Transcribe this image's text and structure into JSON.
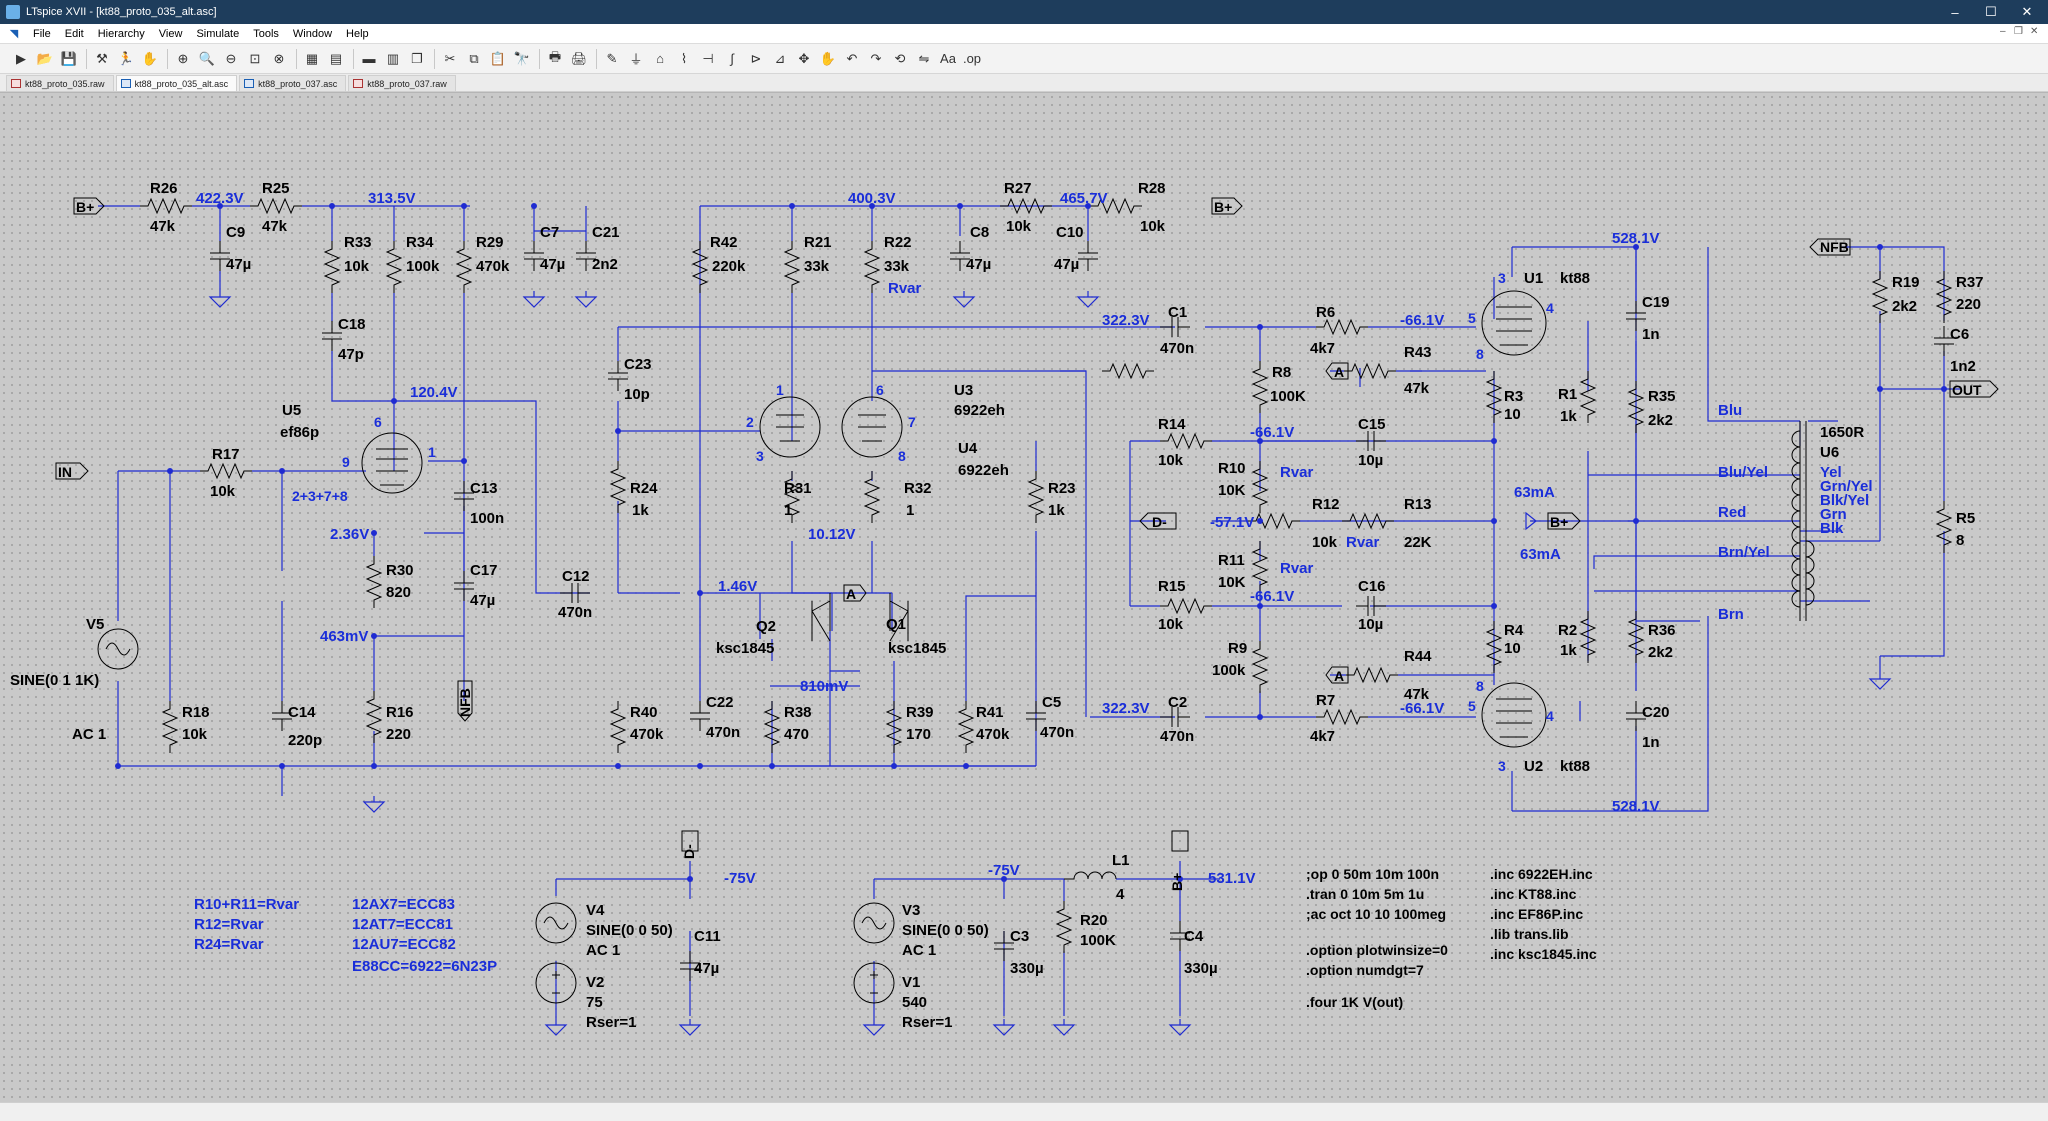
{
  "window": {
    "title": "LTspice XVII - [kt88_proto_035_alt.asc]",
    "controls": [
      "–",
      "☐",
      "✕"
    ]
  },
  "menu": [
    "File",
    "Edit",
    "Hierarchy",
    "View",
    "Simulate",
    "Tools",
    "Window",
    "Help"
  ],
  "mdi_controls": [
    "–",
    "❐",
    "✕"
  ],
  "toolbar_icons": [
    "new-schematic",
    "open",
    "save",
    "control-panel",
    "run",
    "halt",
    "zoom-in",
    "pan",
    "zoom-out",
    "zoom-fit",
    "cancel-zoom",
    "autorange",
    "view-netlist",
    "tile",
    "cascade",
    "cut",
    "copy",
    "paste",
    "find",
    "print",
    "print-preview",
    "wire",
    "ground",
    "label-net",
    "resistor",
    "capacitor",
    "inductor",
    "diode",
    "component",
    "move",
    "drag",
    "undo",
    "redo",
    "rotate",
    "mirror",
    "text",
    "spice-directive"
  ],
  "tabs": [
    {
      "label": "kt88_proto_035.raw",
      "kind": "raw"
    },
    {
      "label": "kt88_proto_035_alt.asc",
      "kind": "asc",
      "active": true
    },
    {
      "label": "kt88_proto_037.asc",
      "kind": "asc"
    },
    {
      "label": "kt88_proto_037.raw",
      "kind": "raw"
    }
  ],
  "schematic": {
    "components": [
      {
        "ref": "R26",
        "value": "47k"
      },
      {
        "ref": "R25",
        "value": "47k"
      },
      {
        "ref": "C9",
        "value": "47µ"
      },
      {
        "ref": "R33",
        "value": "10k"
      },
      {
        "ref": "R34",
        "value": "100k"
      },
      {
        "ref": "R29",
        "value": "470k"
      },
      {
        "ref": "C7",
        "value": "47µ"
      },
      {
        "ref": "C21",
        "value": "2n2"
      },
      {
        "ref": "C18",
        "value": "47p"
      },
      {
        "ref": "U5",
        "value": "ef86p"
      },
      {
        "ref": "R17",
        "value": "10k"
      },
      {
        "ref": "C13",
        "value": "100n"
      },
      {
        "ref": "C17",
        "value": "47µ"
      },
      {
        "ref": "R30",
        "value": "820"
      },
      {
        "ref": "R16",
        "value": "220"
      },
      {
        "ref": "R18",
        "value": "10k"
      },
      {
        "ref": "C14",
        "value": "220p"
      },
      {
        "ref": "V5",
        "value": "SINE(0 1 1K)",
        "extra": "AC 1"
      },
      {
        "ref": "C12",
        "value": "470n"
      },
      {
        "ref": "R42",
        "value": "220k"
      },
      {
        "ref": "R21",
        "value": "33k"
      },
      {
        "ref": "R22",
        "value": "33k",
        "extra": "Rvar"
      },
      {
        "ref": "C23",
        "value": "10p"
      },
      {
        "ref": "R24",
        "value": "1k"
      },
      {
        "ref": "U3",
        "value": "6922eh"
      },
      {
        "ref": "U4",
        "value": "6922eh"
      },
      {
        "ref": "R31",
        "value": "1"
      },
      {
        "ref": "R32",
        "value": "1"
      },
      {
        "ref": "R23",
        "value": "1k"
      },
      {
        "ref": "Q2",
        "value": "ksc1845"
      },
      {
        "ref": "Q1",
        "value": "ksc1845"
      },
      {
        "ref": "R40",
        "value": "470k"
      },
      {
        "ref": "C22",
        "value": "470n"
      },
      {
        "ref": "R38",
        "value": "470"
      },
      {
        "ref": "R39",
        "value": "170"
      },
      {
        "ref": "R41",
        "value": "470k"
      },
      {
        "ref": "C5",
        "value": "470n"
      },
      {
        "ref": "R27",
        "value": "10k"
      },
      {
        "ref": "R28",
        "value": "10k"
      },
      {
        "ref": "C8",
        "value": "47µ"
      },
      {
        "ref": "C10",
        "value": "47µ"
      },
      {
        "ref": "C1",
        "value": "470n"
      },
      {
        "ref": "C2",
        "value": "470n"
      },
      {
        "ref": "R6",
        "value": "4k7"
      },
      {
        "ref": "R7",
        "value": "4k7"
      },
      {
        "ref": "R8",
        "value": "100K"
      },
      {
        "ref": "R43",
        "value": "47k"
      },
      {
        "ref": "R44",
        "value": "47k"
      },
      {
        "ref": "R14",
        "value": "10k"
      },
      {
        "ref": "R15",
        "value": "10k"
      },
      {
        "ref": "R10",
        "value": "10K",
        "extra": "Rvar"
      },
      {
        "ref": "R11",
        "value": "10K",
        "extra": "Rvar"
      },
      {
        "ref": "R12",
        "value": "10k",
        "extra": "Rvar"
      },
      {
        "ref": "R13",
        "value": "22K"
      },
      {
        "ref": "C15",
        "value": "10µ"
      },
      {
        "ref": "C16",
        "value": "10µ"
      },
      {
        "ref": "R9",
        "value": "100k"
      },
      {
        "ref": "R3",
        "value": "10"
      },
      {
        "ref": "R4",
        "value": "10"
      },
      {
        "ref": "R1",
        "value": "1k"
      },
      {
        "ref": "R2",
        "value": "1k"
      },
      {
        "ref": "U1",
        "value": "kt88"
      },
      {
        "ref": "U2",
        "value": "kt88"
      },
      {
        "ref": "C19",
        "value": "1n"
      },
      {
        "ref": "C20",
        "value": "1n"
      },
      {
        "ref": "R35",
        "value": "2k2"
      },
      {
        "ref": "R36",
        "value": "2k2"
      },
      {
        "ref": "R19",
        "value": "2k2"
      },
      {
        "ref": "R37",
        "value": "220"
      },
      {
        "ref": "C6",
        "value": "1n2"
      },
      {
        "ref": "R5",
        "value": "8"
      },
      {
        "ref": "U6",
        "value": "1650R"
      },
      {
        "ref": "V4",
        "value": "SINE(0 0 50)",
        "extra": "AC 1"
      },
      {
        "ref": "V2",
        "value": "75",
        "extra": "Rser=1"
      },
      {
        "ref": "C11",
        "value": "47µ"
      },
      {
        "ref": "V3",
        "value": "SINE(0 0 50)",
        "extra": "AC 1"
      },
      {
        "ref": "V1",
        "value": "540",
        "extra": "Rser=1"
      },
      {
        "ref": "C3",
        "value": "330µ"
      },
      {
        "ref": "R20",
        "value": "100K"
      },
      {
        "ref": "L1",
        "value": "4"
      },
      {
        "ref": "C4",
        "value": "330µ"
      }
    ],
    "node_voltages": [
      "422.3V",
      "313.5V",
      "400.3V",
      "465.7V",
      "120.4V",
      "2.36V",
      "463mV",
      "322.3V",
      "-66.1V",
      "10.12V",
      "1.46V",
      "810mV",
      "-57.1V",
      "63mA",
      "528.1V",
      "-75V",
      "531.1V"
    ],
    "flags": [
      "B+",
      "IN",
      "NFB",
      "OUT",
      "D-",
      "A"
    ],
    "transformer_taps": [
      "Blu",
      "Blu/Yel",
      "Red",
      "Brn/Yel",
      "Brn",
      "Yel",
      "Grn/Yel",
      "Blk/Yel",
      "Grn",
      "Blk"
    ],
    "pins": [
      "1",
      "2",
      "3",
      "4",
      "5",
      "6",
      "7",
      "8",
      "9",
      "2+3+7+8"
    ],
    "notes_left": [
      "R10+R11=Rvar",
      "R12=Rvar",
      "R24=Rvar"
    ],
    "notes_tubes": [
      "12AX7=ECC83",
      "12AT7=ECC81",
      "12AU7=ECC82",
      "E88CC=6922=6N23P"
    ],
    "spice_directives": [
      ";op 0 50m 10m 100n",
      ".tran 0 10m 5m 1u",
      ";ac oct 10 10 100meg",
      ".option plotwinsize=0",
      ".option numdgt=7",
      ".four 1K V(out)"
    ],
    "includes": [
      ".inc 6922EH.inc",
      ".inc KT88.inc",
      ".inc EF86P.inc",
      ".lib trans.lib",
      ".inc ksc1845.inc"
    ]
  }
}
